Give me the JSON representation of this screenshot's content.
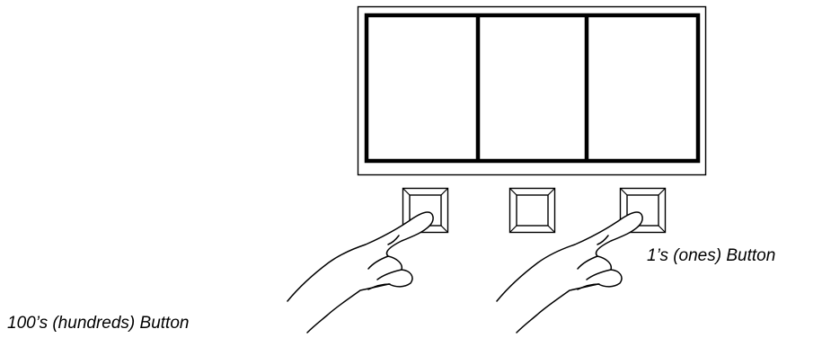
{
  "labels": {
    "hundreds_button": "100’s (hundreds) Button",
    "ones_button": "1’s (ones) Button"
  },
  "display": {
    "digit_windows": 3
  },
  "buttons": [
    {
      "name": "hundreds-button",
      "pressed": true
    },
    {
      "name": "tens-button",
      "pressed": false
    },
    {
      "name": "ones-button",
      "pressed": true
    }
  ],
  "colors": {
    "ink": "#000000",
    "background": "#ffffff"
  },
  "icons": [
    "pointing-hand-icon",
    "pointing-hand-icon"
  ]
}
